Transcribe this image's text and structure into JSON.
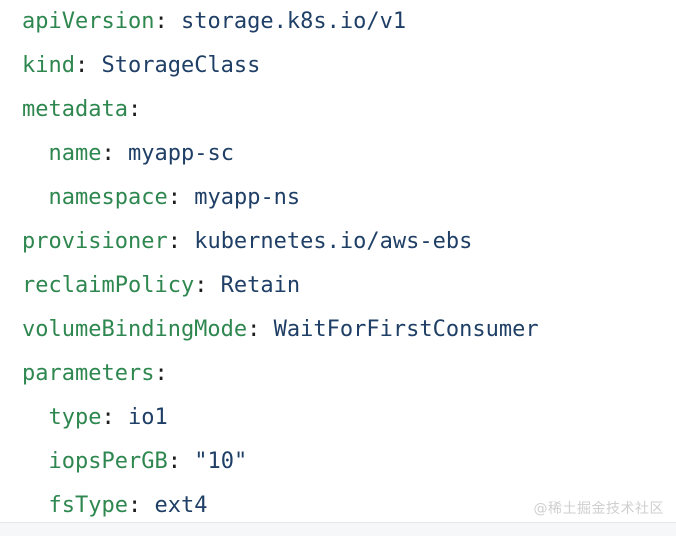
{
  "code_block": {
    "language": "yaml",
    "background_color": "#ffffff",
    "key_color": "#2f8750",
    "value_color": "#1f3f66",
    "punctuation_color": "#1c1c1c",
    "lines": [
      {
        "indent": "",
        "key": "apiVersion",
        "colon": ":",
        "value": " storage.k8s.io/v1"
      },
      {
        "indent": "",
        "key": "kind",
        "colon": ":",
        "value": " StorageClass"
      },
      {
        "indent": "",
        "key": "metadata",
        "colon": ":",
        "value": ""
      },
      {
        "indent": "  ",
        "key": "name",
        "colon": ":",
        "value": " myapp-sc"
      },
      {
        "indent": "  ",
        "key": "namespace",
        "colon": ":",
        "value": " myapp-ns"
      },
      {
        "indent": "",
        "key": "provisioner",
        "colon": ":",
        "value": " kubernetes.io/aws-ebs"
      },
      {
        "indent": "",
        "key": "reclaimPolicy",
        "colon": ":",
        "value": " Retain"
      },
      {
        "indent": "",
        "key": "volumeBindingMode",
        "colon": ":",
        "value": " WaitForFirstConsumer"
      },
      {
        "indent": "",
        "key": "parameters",
        "colon": ":",
        "value": ""
      },
      {
        "indent": "  ",
        "key": "type",
        "colon": ":",
        "value": " io1"
      },
      {
        "indent": "  ",
        "key": "iopsPerGB",
        "colon": ":",
        "value": " \"10\""
      },
      {
        "indent": "  ",
        "key": "fsType",
        "colon": ":",
        "value": " ext4"
      }
    ]
  },
  "watermark": {
    "text": "@稀土掘金技术社区",
    "color": "#cfcfcf"
  },
  "bottom_bar": {
    "background_color": "#f6f7f8",
    "border_color": "#e8e9ea"
  }
}
